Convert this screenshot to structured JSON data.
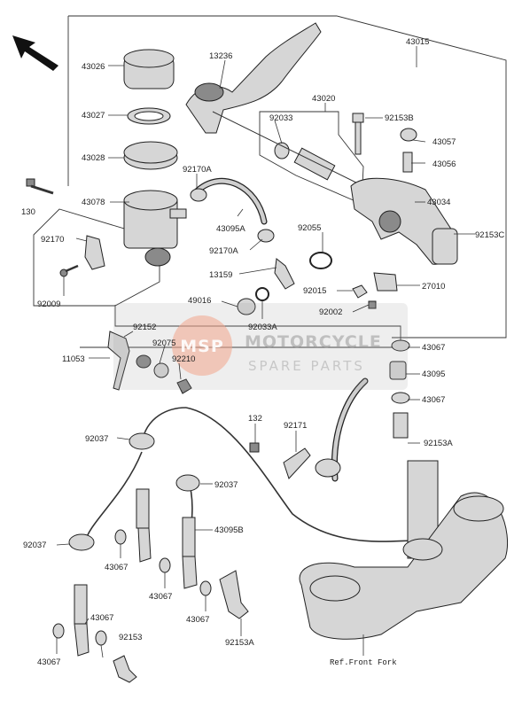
{
  "parts": [
    {
      "id": "p43015",
      "label": "43015"
    },
    {
      "id": "p43026",
      "label": "43026"
    },
    {
      "id": "p13236",
      "label": "13236"
    },
    {
      "id": "p43027",
      "label": "43027"
    },
    {
      "id": "p43020",
      "label": "43020"
    },
    {
      "id": "p92033",
      "label": "92033"
    },
    {
      "id": "p92153B",
      "label": "92153B"
    },
    {
      "id": "p43057",
      "label": "43057"
    },
    {
      "id": "p43028",
      "label": "43028"
    },
    {
      "id": "p43056",
      "label": "43056"
    },
    {
      "id": "p92170A",
      "label": "92170A"
    },
    {
      "id": "p130",
      "label": "130"
    },
    {
      "id": "p43078",
      "label": "43078"
    },
    {
      "id": "p43034",
      "label": "43034"
    },
    {
      "id": "p43095A",
      "label": "43095A"
    },
    {
      "id": "p92055",
      "label": "92055"
    },
    {
      "id": "p92153C",
      "label": "92153C"
    },
    {
      "id": "p92170",
      "label": "92170"
    },
    {
      "id": "p92170A_2",
      "label": "92170A"
    },
    {
      "id": "p13159",
      "label": "13159"
    },
    {
      "id": "p92015",
      "label": "92015"
    },
    {
      "id": "p27010",
      "label": "27010"
    },
    {
      "id": "p92009",
      "label": "92009"
    },
    {
      "id": "p49016",
      "label": "49016"
    },
    {
      "id": "p92002",
      "label": "92002"
    },
    {
      "id": "p92033A",
      "label": "92033A"
    },
    {
      "id": "p92152",
      "label": "92152"
    },
    {
      "id": "p92075",
      "label": "92075"
    },
    {
      "id": "p43067a",
      "label": "43067"
    },
    {
      "id": "p11053",
      "label": "11053"
    },
    {
      "id": "p92210",
      "label": "92210"
    },
    {
      "id": "p43095",
      "label": "43095"
    },
    {
      "id": "p43067b",
      "label": "43067"
    },
    {
      "id": "p132",
      "label": "132"
    },
    {
      "id": "p92171",
      "label": "92171"
    },
    {
      "id": "p92037a",
      "label": "92037"
    },
    {
      "id": "p92153A",
      "label": "92153A"
    },
    {
      "id": "p92037b",
      "label": "92037"
    },
    {
      "id": "p43095B",
      "label": "43095B"
    },
    {
      "id": "p92037c",
      "label": "92037"
    },
    {
      "id": "p43067c",
      "label": "43067"
    },
    {
      "id": "p43067d",
      "label": "43067"
    },
    {
      "id": "p43067e",
      "label": "43067"
    },
    {
      "id": "p43067f",
      "label": "43067"
    },
    {
      "id": "p92153",
      "label": "92153"
    },
    {
      "id": "p92153A_2",
      "label": "92153A"
    },
    {
      "id": "p43067g",
      "label": "43067"
    }
  ],
  "reference_label": "Ref.Front Fork",
  "watermark": {
    "line1": "MOTORCYCLE",
    "line2": "SPARE PARTS",
    "logo": "MSP"
  },
  "colors": {
    "line": "#333333",
    "part_fill": "#d6d6d6",
    "watermark_accent": "#f2a58c"
  }
}
